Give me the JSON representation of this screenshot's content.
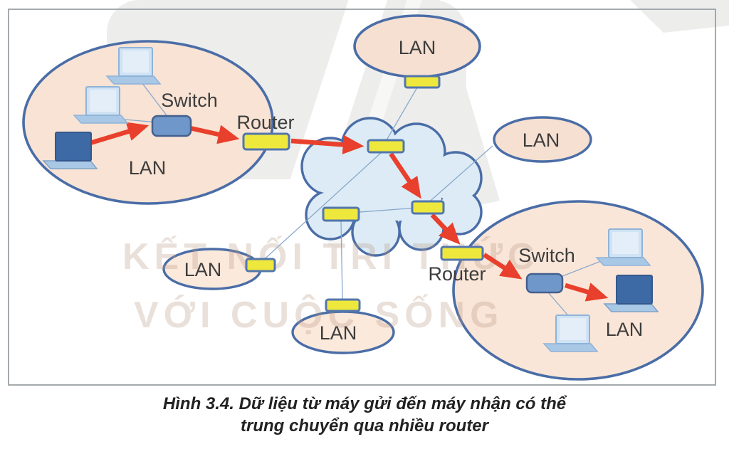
{
  "figure": {
    "caption_line1": "Hình 3.4. Dữ liệu từ máy gửi đến máy nhận có thể",
    "caption_line2": "trung chuyển qua nhiều router"
  },
  "watermark": {
    "line1": "KẾT NỐI TRI THỨC",
    "line2": "VỚI CUỘC SỐNG"
  },
  "diagram": {
    "lan_left": {
      "label": "LAN"
    },
    "switch_left": {
      "label": "Switch"
    },
    "router_left": {
      "label": "Router"
    },
    "lan_top": {
      "label": "LAN"
    },
    "lan_right_mid": {
      "label": "LAN"
    },
    "lan_bottom_left": {
      "label": "LAN"
    },
    "lan_bottom_center": {
      "label": "LAN"
    },
    "router_right": {
      "label": "Router"
    },
    "switch_right": {
      "label": "Switch"
    },
    "lan_right_big": {
      "label": "LAN"
    }
  },
  "colors": {
    "lan_ellipse_fill": "#f8e3d4",
    "ellipse_border": "#4a6da7",
    "cloud_fill": "#dcebf5",
    "router_box_fill": "#efe83c",
    "router_box_border": "#5276ac",
    "switch_fill": "#6f97c9",
    "arrow_red": "#e8402c",
    "link_line": "#8aa8cc",
    "laptop_dark": "#3d69a5",
    "laptop_light": "#cfe3f4"
  }
}
